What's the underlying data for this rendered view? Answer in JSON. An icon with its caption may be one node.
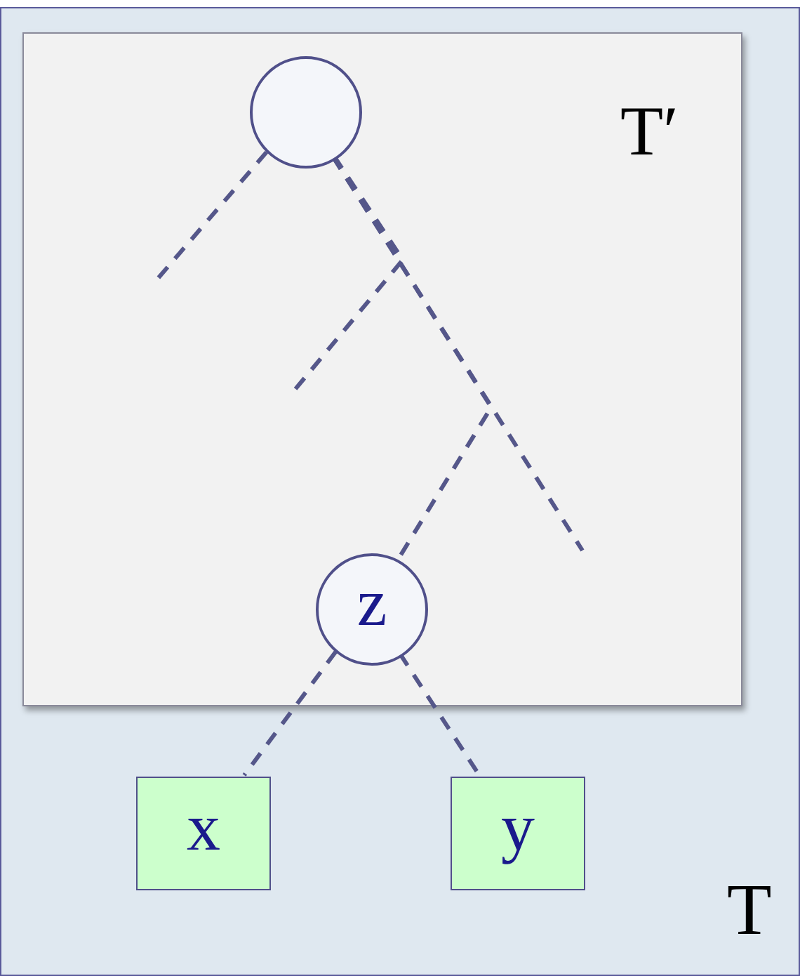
{
  "diagram": {
    "nodes": [
      {
        "text": [
          "T"
        ]
      },
      {
        "text": [
          "T′"
        ],
        "in": 0
      },
      {
        "text": [],
        "shape": "circle",
        "in": 1
      },
      {
        "text": [
          "z"
        ],
        "in": 1
      },
      {
        "text": [
          "x"
        ],
        "in": 0
      },
      {
        "text": [
          "y"
        ],
        "in": 0
      }
    ],
    "edges": [
      {
        "from": 2,
        "to": null,
        "arrow": "none",
        "style": "dashed"
      },
      {
        "from": 2,
        "to": null,
        "arrow": "none",
        "style": "dashed"
      },
      {
        "from": 2,
        "to": null,
        "arrow": "none",
        "style": "dashed"
      },
      {
        "from": 2,
        "to": 3,
        "arrow": "none",
        "style": "dashed"
      },
      {
        "from": 3,
        "to": 4,
        "arrow": "none",
        "style": "dashed"
      },
      {
        "from": 3,
        "to": 5,
        "arrow": "none",
        "style": "dashed"
      }
    ]
  }
}
